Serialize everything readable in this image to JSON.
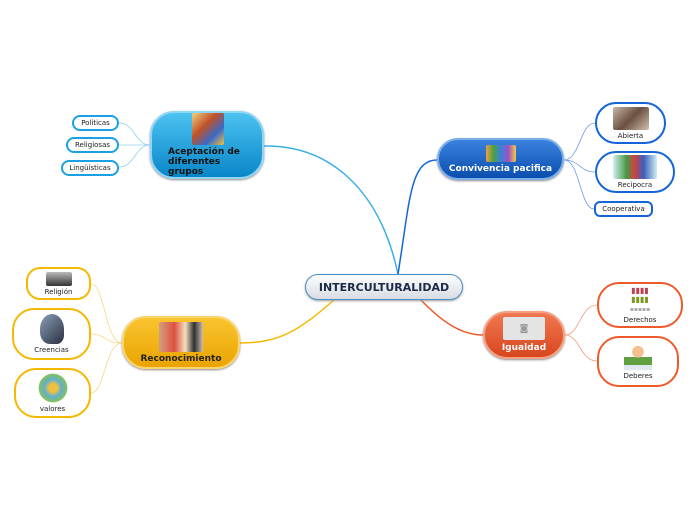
{
  "center": {
    "label": "INTERCULTURALIDAD"
  },
  "branches": {
    "aceptacion": {
      "label": "Aceptación de diferentes grupos",
      "image": "people-group-image",
      "children": [
        "Políticas",
        "Religiosas",
        "Lingüísticas"
      ]
    },
    "convivencia": {
      "label": "Convivencia pacifica",
      "image": "children-group-image",
      "children": [
        "Abierta",
        "Recipocra",
        "Cooperativa"
      ]
    },
    "igualdad": {
      "label": "Igualdad",
      "image": "image-placeholder",
      "children": [
        "Derechos",
        "Deberes"
      ]
    },
    "reconocimiento": {
      "label": "Reconocimiento",
      "image": "people-photo",
      "children": [
        "Religión",
        "Creencias",
        "valores"
      ]
    }
  },
  "colors": {
    "aceptacion": "#1ba1e2",
    "convivencia": "#1565d8",
    "igualdad": "#ee5a2a",
    "reconocimiento": "#f5b800"
  }
}
